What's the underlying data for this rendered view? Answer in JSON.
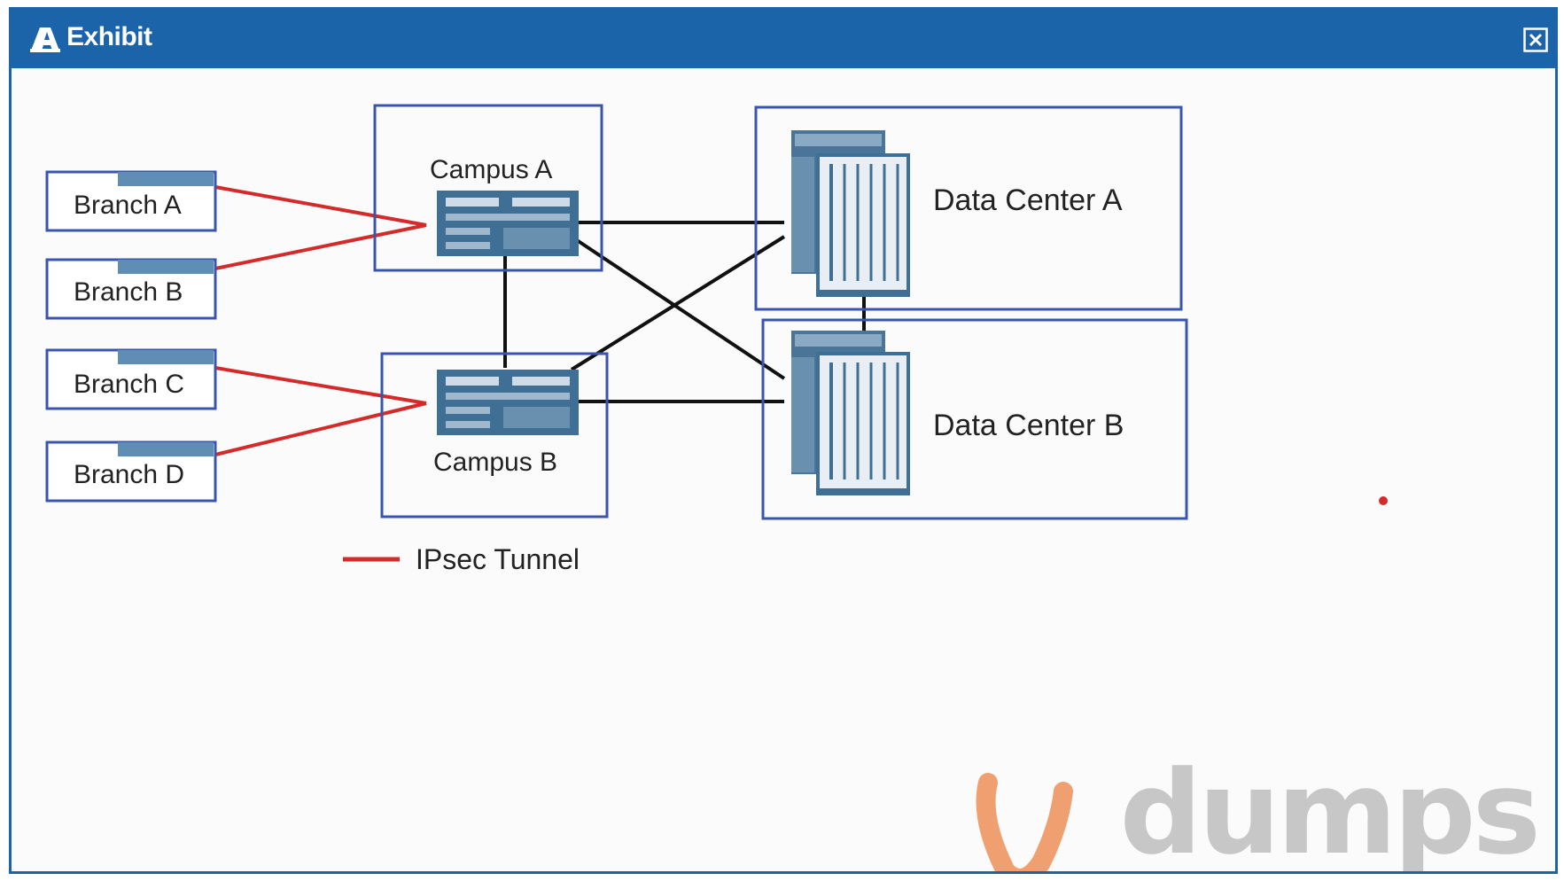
{
  "window": {
    "title": "Exhibit",
    "close_icon": "close-icon",
    "title_icon": "exhibit-icon"
  },
  "diagram": {
    "branches": [
      {
        "label": "Branch A"
      },
      {
        "label": "Branch B"
      },
      {
        "label": "Branch C"
      },
      {
        "label": "Branch D"
      }
    ],
    "campuses": [
      {
        "label": "Campus A"
      },
      {
        "label": "Campus B"
      }
    ],
    "data_centers": [
      {
        "label": "Data Center A"
      },
      {
        "label": "Data Center B"
      }
    ],
    "legend": {
      "label": "IPsec Tunnel",
      "color": "#d42a2a"
    },
    "colors": {
      "box_border": "#3a55b0",
      "link": "#111111",
      "device": "#3f6f94"
    }
  },
  "watermark": {
    "text": "dumps"
  }
}
